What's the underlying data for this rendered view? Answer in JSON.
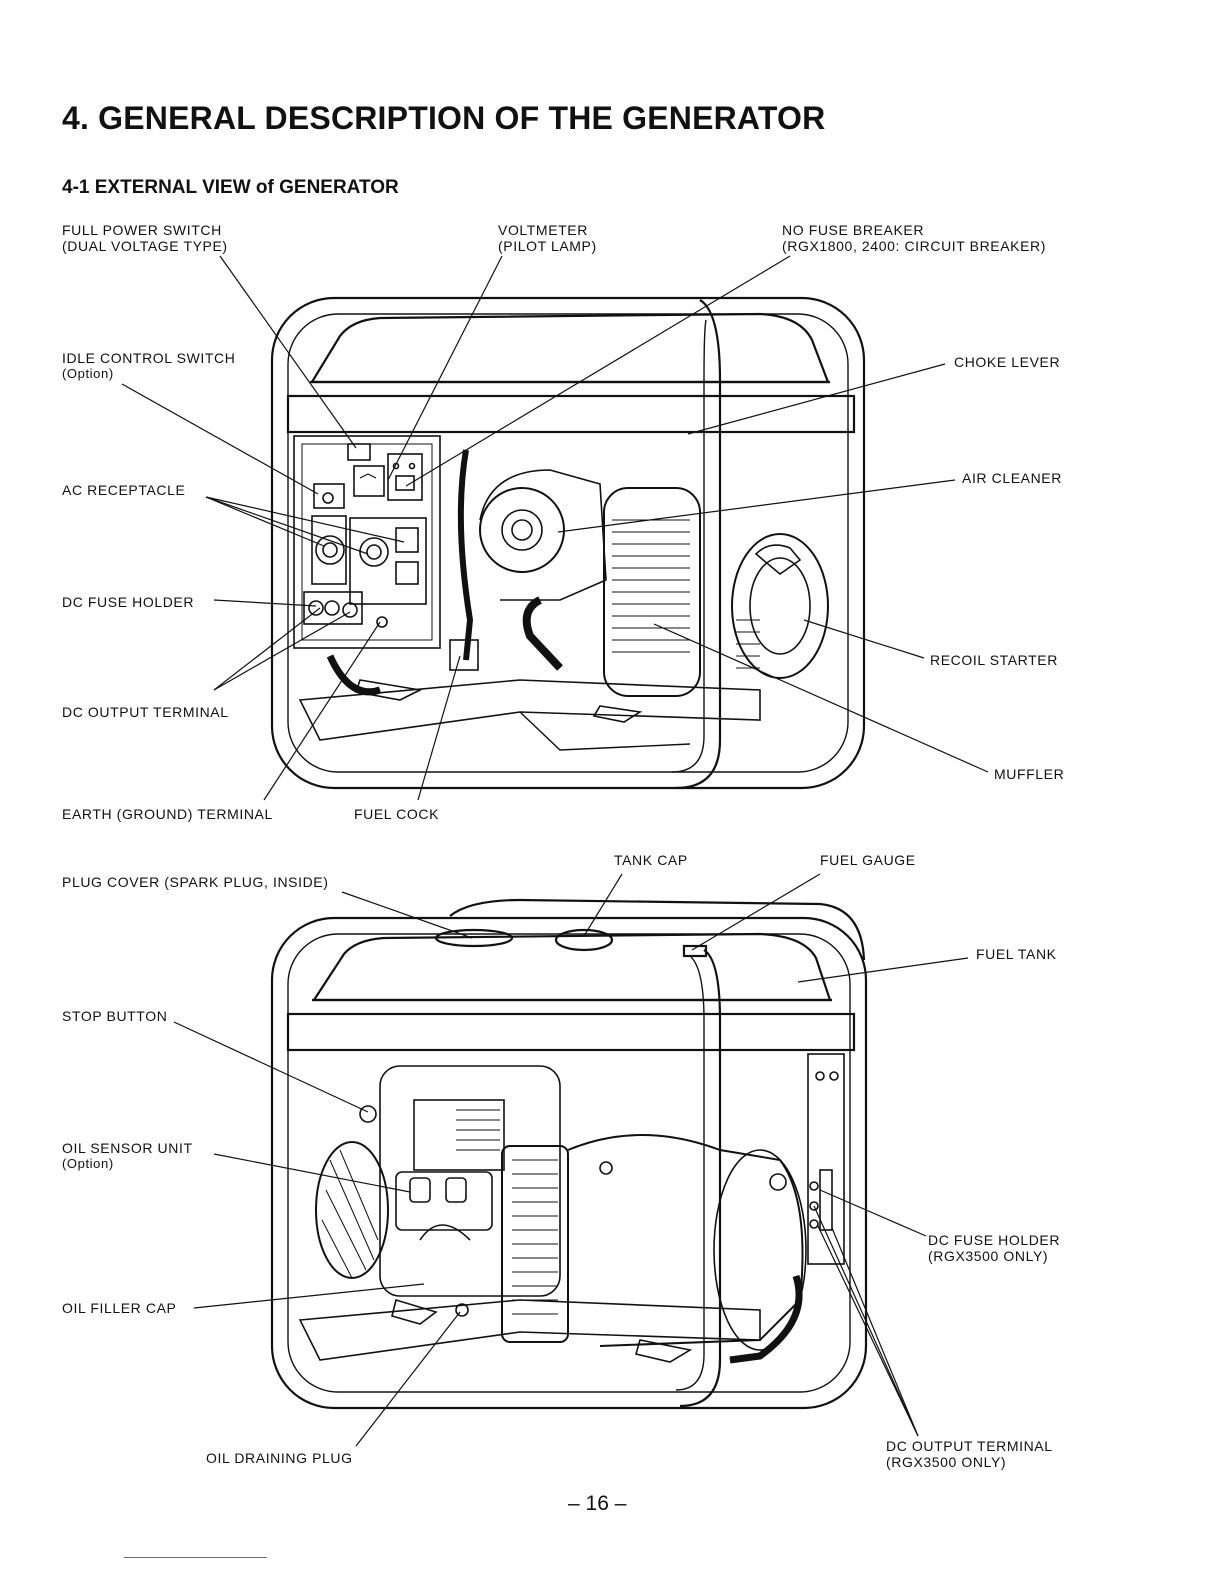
{
  "heading": "4. GENERAL DESCRIPTION OF THE GENERATOR",
  "subheading": "4-1 EXTERNAL VIEW of GENERATOR",
  "front_view": {
    "full_power_switch": [
      "FULL POWER SWITCH",
      "(DUAL VOLTAGE TYPE)"
    ],
    "voltmeter": [
      "VOLTMETER",
      "(PILOT LAMP)"
    ],
    "no_fuse_breaker": [
      "NO FUSE BREAKER",
      "(RGX1800, 2400: CIRCUIT BREAKER)"
    ],
    "idle_control_switch": [
      "IDLE CONTROL SWITCH",
      "(Option)"
    ],
    "choke_lever": "CHOKE LEVER",
    "ac_receptacle": "AC RECEPTACLE",
    "air_cleaner": "AIR CLEANER",
    "dc_fuse_holder": "DC FUSE HOLDER",
    "recoil_starter": "RECOIL STARTER",
    "dc_output_terminal": "DC OUTPUT TERMINAL",
    "muffler": "MUFFLER",
    "earth_terminal": "EARTH (GROUND) TERMINAL",
    "fuel_cock": "FUEL COCK"
  },
  "rear_view": {
    "tank_cap": "TANK CAP",
    "fuel_gauge": "FUEL GAUGE",
    "plug_cover": "PLUG COVER (SPARK PLUG, INSIDE)",
    "fuel_tank": "FUEL TANK",
    "stop_button": "STOP BUTTON",
    "oil_sensor_unit": [
      "OIL SENSOR UNIT",
      "(Option)"
    ],
    "dc_fuse_holder": [
      "DC FUSE HOLDER",
      "(RGX3500 ONLY)"
    ],
    "oil_filler_cap": "OIL FILLER CAP",
    "oil_draining_plug": "OIL DRAINING PLUG",
    "dc_output_terminal": [
      "DC OUTPUT TERMINAL",
      "(RGX3500 ONLY)"
    ]
  },
  "page_number": "– 16 –"
}
